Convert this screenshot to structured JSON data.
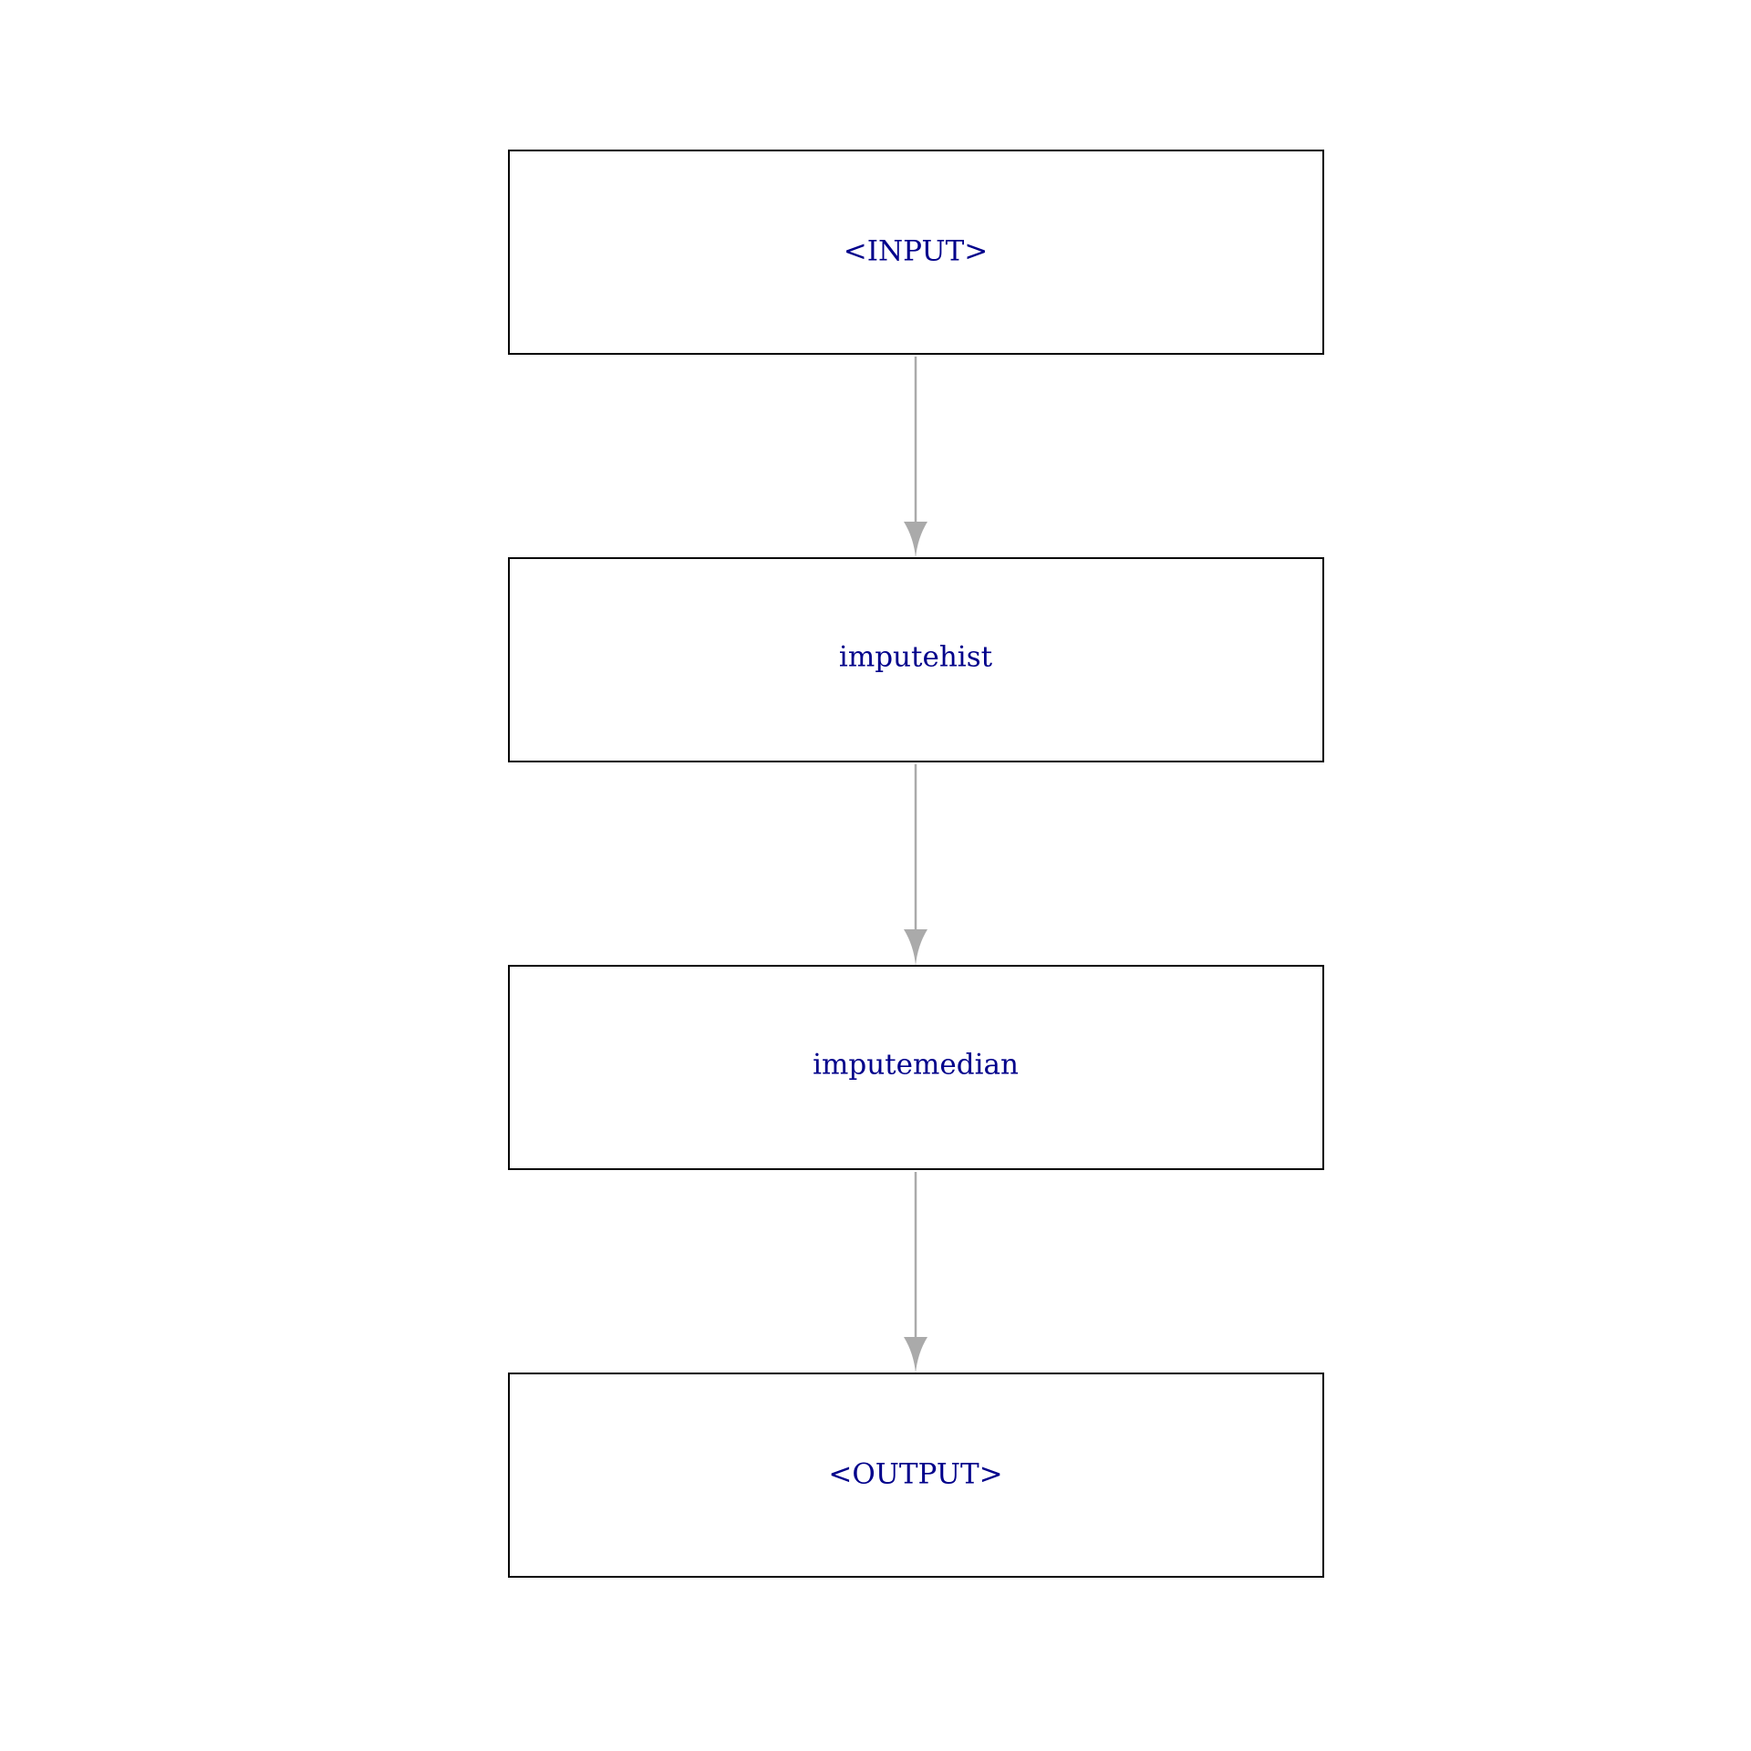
{
  "diagram": {
    "type": "pipeline",
    "direction": "top-to-bottom",
    "colors": {
      "node_border": "#000000",
      "label": "#00008b",
      "edge": "#aaaaaa",
      "background": "#ffffff"
    },
    "nodes": [
      {
        "id": "input",
        "label": "<INPUT>"
      },
      {
        "id": "imputehist",
        "label": "imputehist"
      },
      {
        "id": "imputemedian",
        "label": "imputemedian"
      },
      {
        "id": "output",
        "label": "<OUTPUT>"
      }
    ],
    "edges": [
      {
        "from": "input",
        "to": "imputehist"
      },
      {
        "from": "imputehist",
        "to": "imputemedian"
      },
      {
        "from": "imputemedian",
        "to": "output"
      }
    ]
  }
}
